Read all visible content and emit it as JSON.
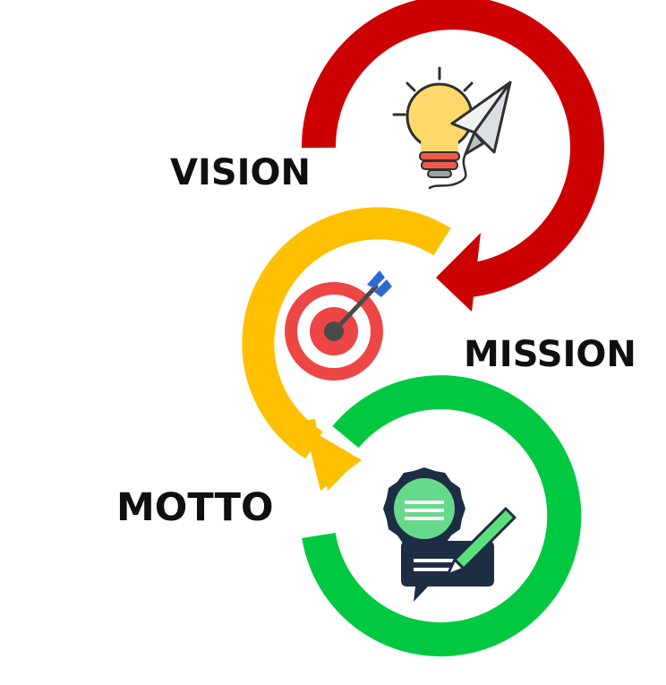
{
  "stages": [
    {
      "id": "vision",
      "label": "VISION",
      "color": "#cc0000",
      "icon": "lightbulb-paper-plane-icon"
    },
    {
      "id": "mission",
      "label": "MISSION",
      "color": "#ffc000",
      "icon": "target-arrow-icon"
    },
    {
      "id": "motto",
      "label": "MOTTO",
      "color": "#00c941",
      "icon": "badge-pen-message-icon"
    }
  ]
}
